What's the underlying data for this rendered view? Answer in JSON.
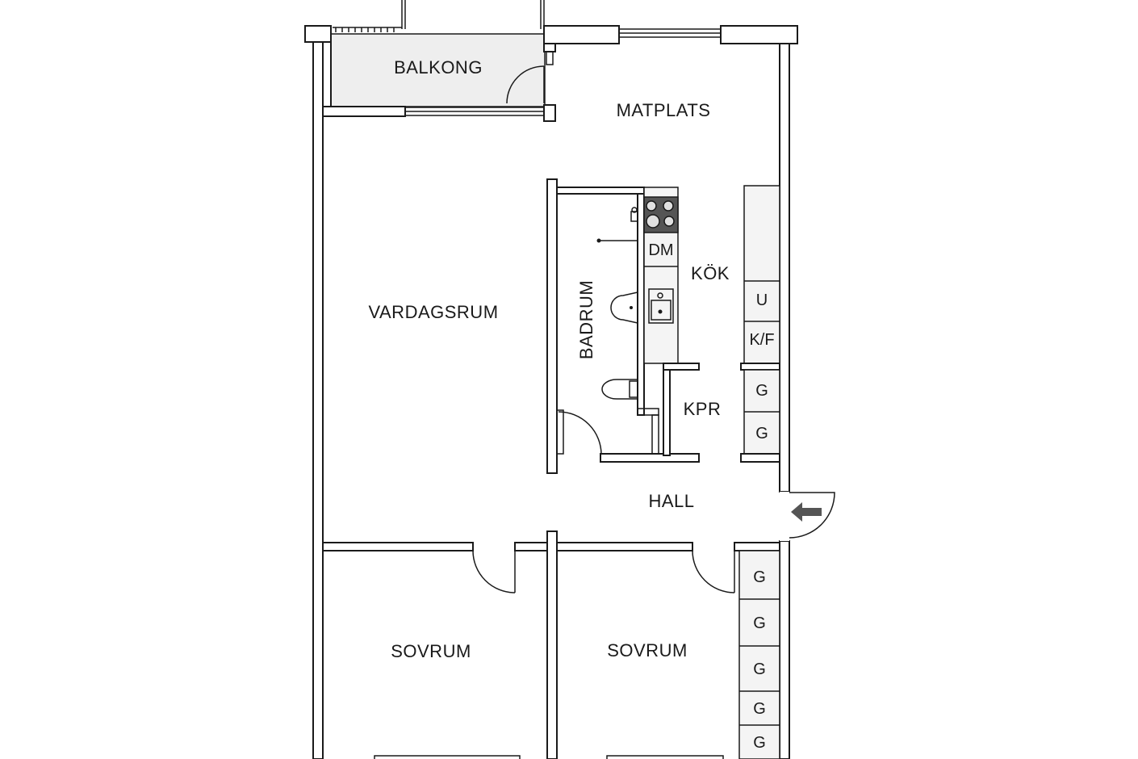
{
  "rooms": {
    "balkong": "BALKONG",
    "matplats": "MATPLATS",
    "vardagsrum": "VARDAGSRUM",
    "badrum": "BADRUM",
    "kok": "KÖK",
    "kpr": "KPR",
    "hall": "HALL",
    "sovrum_left": "SOVRUM",
    "sovrum_right": "SOVRUM"
  },
  "fixtures": {
    "dm": "DM",
    "u": "U",
    "kf": "K/F",
    "g": "G"
  },
  "colors": {
    "wall": "#1a1a1a",
    "balcony_fill": "#eeeeee",
    "stove": "#555555",
    "entry_arrow": "#555555"
  },
  "icons": [
    "entry-arrow-icon",
    "stove-icon",
    "sink-icon",
    "toilet-icon",
    "washbasin-icon",
    "shower-icon"
  ]
}
